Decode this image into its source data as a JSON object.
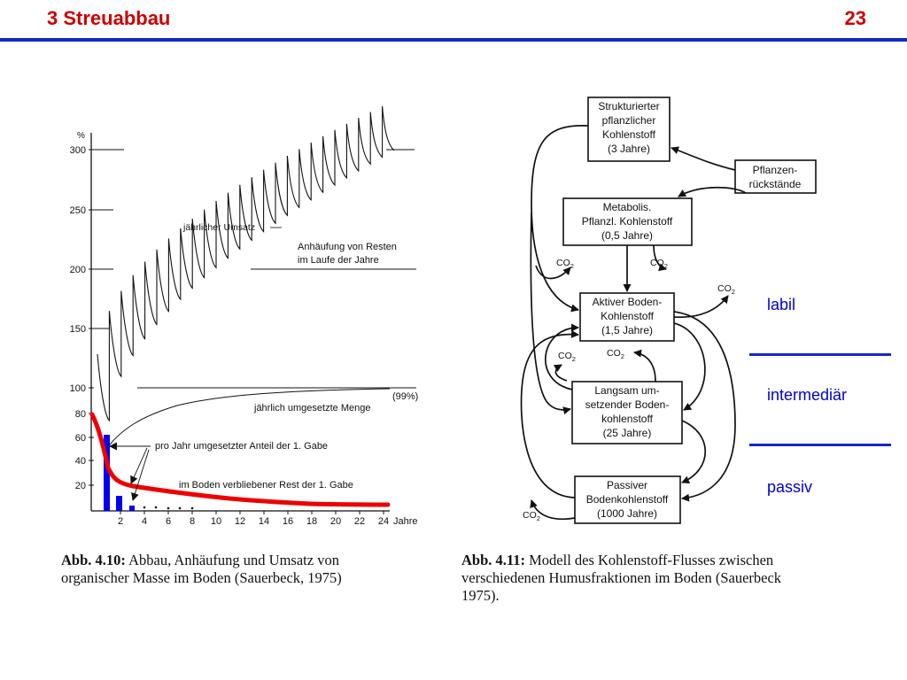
{
  "slide": {
    "title": "3  Streuabbau",
    "page_number": "23"
  },
  "left_figure": {
    "percent_unit": "%",
    "y_ticks": [
      "300",
      "250",
      "200",
      "150",
      "100",
      "80",
      "60",
      "40",
      "20"
    ],
    "x_ticks": [
      "2",
      "4",
      "6",
      "8",
      "10",
      "12",
      "14",
      "16",
      "18",
      "20",
      "22",
      "24"
    ],
    "x_unit": "Jahre",
    "labels": {
      "annual_turnover": "jährlicher Umsatz",
      "accumulation_line1": "Anhäufung von Resten",
      "accumulation_line2": "im Laufe der Jahre",
      "limit_99": "(99%)",
      "annual_amount": "jährlich umgesetzte Menge",
      "share_first_dose": "pro Jahr umgesetzter Anteil der 1. Gabe",
      "remainder_first_dose": "im Boden verbliebener Rest der 1. Gabe"
    },
    "colors": {
      "remainder_curve": "#ee0000",
      "bars": "#0000ee"
    },
    "caption": {
      "label": "Abb. 4.10:",
      "line1": " Abbau, Anhäufung und Umsatz von",
      "line2": "organischer Masse im Boden (Sauerbeck, 1975)"
    }
  },
  "right_figure": {
    "boxes": {
      "structural": [
        "Strukturierter",
        "pflanzlicher",
        "Kohlenstoff",
        "(3 Jahre)"
      ],
      "plant_residues": [
        "Pflanzen-",
        "rückstände"
      ],
      "metabolic": [
        "Metabolis.",
        "Pflanzl. Kohlenstoff",
        "(0,5 Jahre)"
      ],
      "active": [
        "Aktiver Boden-",
        "Kohlenstoff",
        "(1,5 Jahre)"
      ],
      "slow": [
        "Langsam um-",
        "setzender Boden-",
        "kohlenstoff",
        "(25 Jahre)"
      ],
      "passive": [
        "Passiver",
        "Bodenkohlenstoff",
        "(1000 Jahre)"
      ]
    },
    "co2_label": "CO",
    "co2_subscript": "2",
    "caption": {
      "label": "Abb. 4.11:",
      "line1": " Modell des Kohlenstoff-Flusses  zwischen",
      "line2": "verschiedenen Humusfraktionen im Boden (Sauerbeck",
      "line3": "1975)."
    }
  },
  "pool_zones": [
    "labil",
    "intermediär",
    "passiv"
  ]
}
